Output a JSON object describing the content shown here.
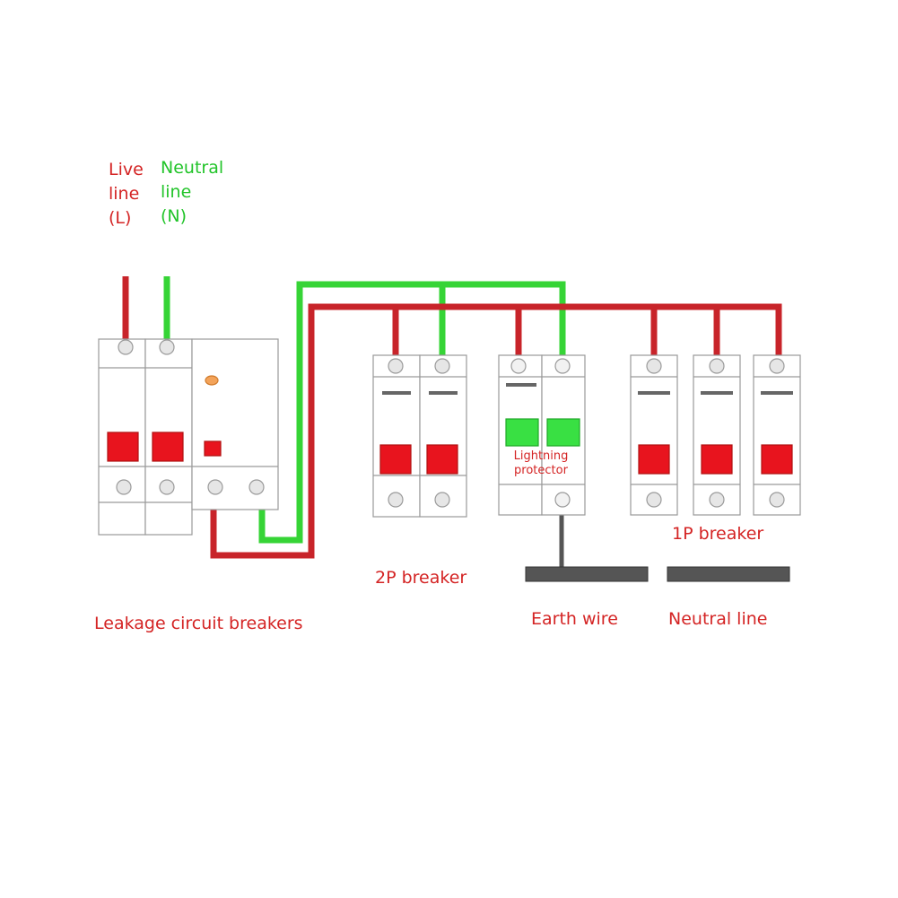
{
  "colors": {
    "live": "#c8242a",
    "neutral": "#36d436",
    "earth": "#555555",
    "breaker_handle": "#e8141e",
    "spd_window": "#39e043",
    "label_red": "#d42424",
    "label_green": "#22c42a"
  },
  "labels": {
    "live_line": [
      "Live",
      "line",
      "(L)"
    ],
    "neutral_line_top": [
      "Neutral",
      "line",
      "(N)"
    ],
    "leakage": "Leakage circuit breakers",
    "two_pole": "2P breaker",
    "lightning": [
      "Lightning",
      "protector"
    ],
    "one_pole": "1P breaker",
    "earth_wire": "Earth wire",
    "neutral_bar": "Neutral line"
  },
  "devices": [
    {
      "kind": "leakage-circuit-breaker",
      "poles": 2
    },
    {
      "kind": "2p-breaker",
      "poles": 2
    },
    {
      "kind": "lightning-protector",
      "poles": 2
    },
    {
      "kind": "1p-breaker",
      "poles": 1
    },
    {
      "kind": "1p-breaker",
      "poles": 1
    },
    {
      "kind": "1p-breaker",
      "poles": 1
    }
  ]
}
